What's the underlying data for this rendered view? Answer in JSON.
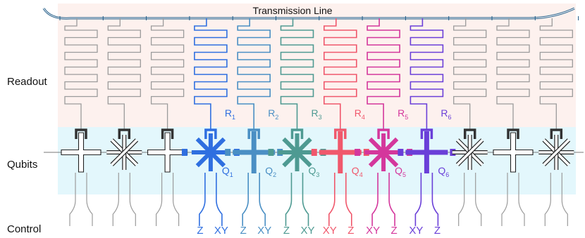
{
  "title": "Transmission Line",
  "rows": {
    "readout": "Readout",
    "qubits": "Qubits",
    "control": "Control"
  },
  "colors": {
    "readout_bg": "#fdf1ee",
    "qubit_bg": "#e3f7fc",
    "line": "#1f5a86",
    "gray": "#9b9b9b",
    "dark": "#333333"
  },
  "cells": [
    {
      "type": "cross",
      "active": false
    },
    {
      "type": "star",
      "active": false
    },
    {
      "type": "cross",
      "active": false
    },
    {
      "type": "star",
      "active": true,
      "color": "#2f6fe0",
      "q": "Q",
      "qs": "1",
      "r": "R",
      "rs": "1"
    },
    {
      "type": "cross",
      "active": true,
      "color": "#4a8fc4",
      "q": "Q",
      "qs": "2",
      "r": "R",
      "rs": "2"
    },
    {
      "type": "star",
      "active": true,
      "color": "#4e9a92",
      "q": "Q",
      "qs": "3",
      "r": "R",
      "rs": "3"
    },
    {
      "type": "cross",
      "active": true,
      "color": "#f0586c",
      "q": "Q",
      "qs": "4",
      "r": "R",
      "rs": "4"
    },
    {
      "type": "star",
      "active": true,
      "color": "#d4379c",
      "q": "Q",
      "qs": "5",
      "r": "R",
      "rs": "5"
    },
    {
      "type": "cross",
      "active": true,
      "color": "#6a3fd8",
      "q": "Q",
      "qs": "6",
      "r": "R",
      "rs": "6"
    },
    {
      "type": "star",
      "active": false
    },
    {
      "type": "cross",
      "active": false
    },
    {
      "type": "star",
      "active": false
    }
  ],
  "control_labels": [
    {
      "text": "Z",
      "color": "#2f6fe0"
    },
    {
      "text": "XY",
      "color": "#2f6fe0"
    },
    {
      "text": "Z",
      "color": "#4a8fc4"
    },
    {
      "text": "XY",
      "color": "#4a8fc4"
    },
    {
      "text": "Z",
      "color": "#4e9a92"
    },
    {
      "text": "XY",
      "color": "#4e9a92"
    },
    {
      "text": "XY",
      "color": "#f0586c"
    },
    {
      "text": "Z",
      "color": "#f0586c"
    },
    {
      "text": "XY",
      "color": "#d4379c"
    },
    {
      "text": "Z",
      "color": "#d4379c"
    },
    {
      "text": "XY",
      "color": "#6a3fd8"
    },
    {
      "text": "Z",
      "color": "#6a3fd8"
    }
  ]
}
